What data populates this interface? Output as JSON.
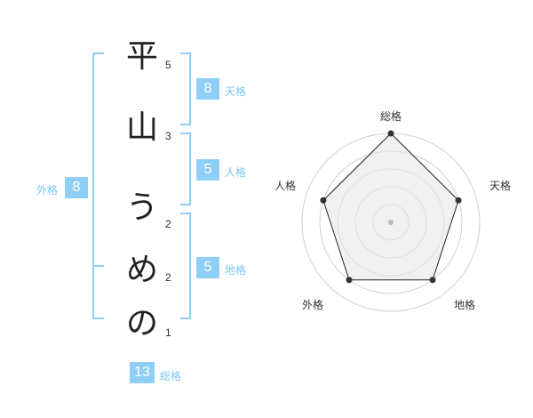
{
  "name": {
    "chars": [
      {
        "char": "平",
        "strokes": "5"
      },
      {
        "char": "山",
        "strokes": "3"
      },
      {
        "char": "う",
        "strokes": "2"
      },
      {
        "char": "め",
        "strokes": "2"
      },
      {
        "char": "の",
        "strokes": "1"
      }
    ]
  },
  "scores": {
    "tenkaku": {
      "value": "8",
      "label": "天格"
    },
    "jinkaku": {
      "value": "5",
      "label": "人格"
    },
    "chikaku": {
      "value": "5",
      "label": "地格"
    },
    "gaikaku": {
      "value": "8",
      "label": "外格"
    },
    "soukaku": {
      "value": "13",
      "label": "総格"
    }
  },
  "radar": {
    "axes": [
      "総格",
      "天格",
      "地格",
      "外格",
      "人格"
    ],
    "levels": 5,
    "values": [
      5,
      4,
      4,
      4,
      4
    ],
    "max": 5,
    "colors": {
      "ring": "#d0d0d0",
      "fill": "#f0f0f0",
      "polygon": "#222222",
      "dot": "#333333",
      "center": "#bbbbbb"
    }
  },
  "colors": {
    "accent": "#8fcff6",
    "accent_text": "#7cc6f2",
    "bracket": "#8fcff6"
  }
}
